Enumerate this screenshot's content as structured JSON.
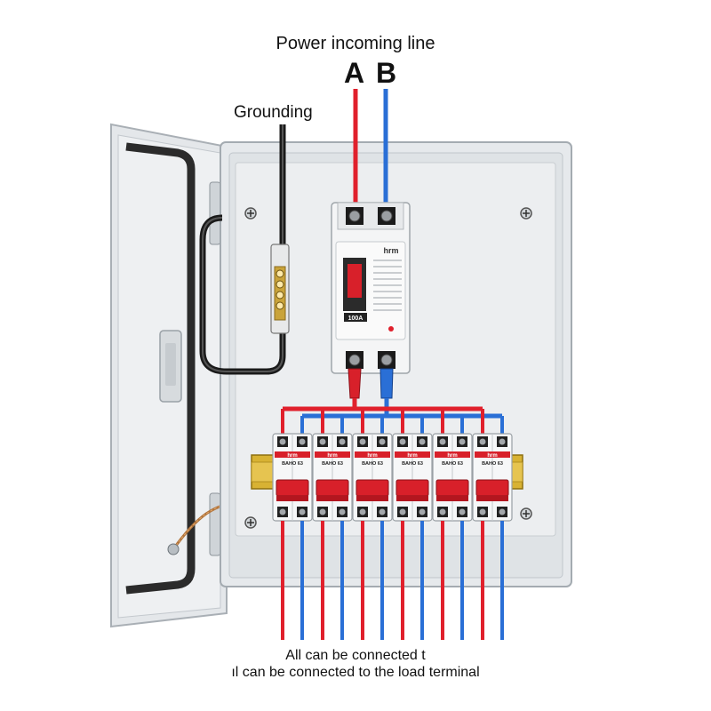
{
  "labels": {
    "title": "Power incoming line",
    "phase_a": "A",
    "phase_b": "B",
    "grounding": "Grounding",
    "footer_line1": "All can be connected t",
    "footer_line2": "ıl can be connected to the load terminal"
  },
  "main_breaker": {
    "brand": "hrm",
    "rating": "100A"
  },
  "branch_breakers": {
    "count": 6,
    "brand": "hrm",
    "model": "BAHO 63"
  },
  "colors": {
    "phase_a": "#e0202c",
    "phase_b": "#2a6fd6",
    "ground": "#1a1a1a",
    "enclosure": "#e9ecef",
    "breaker_red": "#d8202a"
  }
}
